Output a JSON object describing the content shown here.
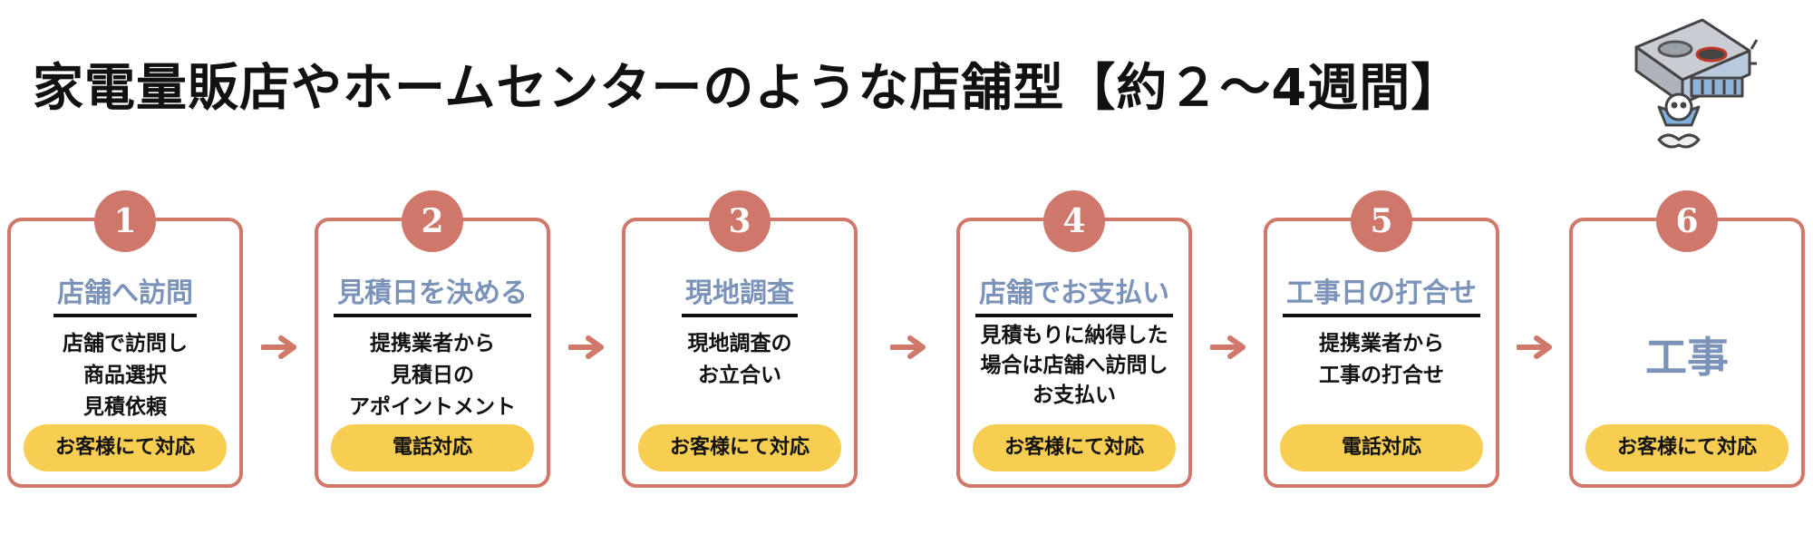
{
  "title": "家電量販店やホームセンターのような店舗型【約２〜4週間】",
  "mascot_icon": "stove-hood-mascot-icon",
  "colors": {
    "accent": "#cf776a",
    "heading": "#7b93b9",
    "pill": "#f7cd52",
    "border": "#d0786a"
  },
  "steps": [
    {
      "number": "1",
      "heading": "店舗へ訪問",
      "lines": [
        "店舗で訪問し",
        "商品選択",
        "見積依頼"
      ],
      "pill": "お客様にて対応"
    },
    {
      "number": "2",
      "heading": "見積日を決める",
      "lines": [
        "提携業者から",
        "見積日の",
        "アポイントメント"
      ],
      "pill": "電話対応"
    },
    {
      "number": "3",
      "heading": "現地調査",
      "lines": [
        "現地調査の",
        "お立合い"
      ],
      "pill": "お客様にて対応"
    },
    {
      "number": "4",
      "heading": "店舗でお支払い",
      "lines": [
        "見積もりに納得した",
        "場合は店舗へ訪問し",
        "お支払い"
      ],
      "pill": "お客様にて対応"
    },
    {
      "number": "5",
      "heading": "工事日の打合せ",
      "lines": [
        "提携業者から",
        "工事の打合せ"
      ],
      "pill": "電話対応"
    },
    {
      "number": "6",
      "big": "工事",
      "pill": "お客様にて対応"
    }
  ]
}
